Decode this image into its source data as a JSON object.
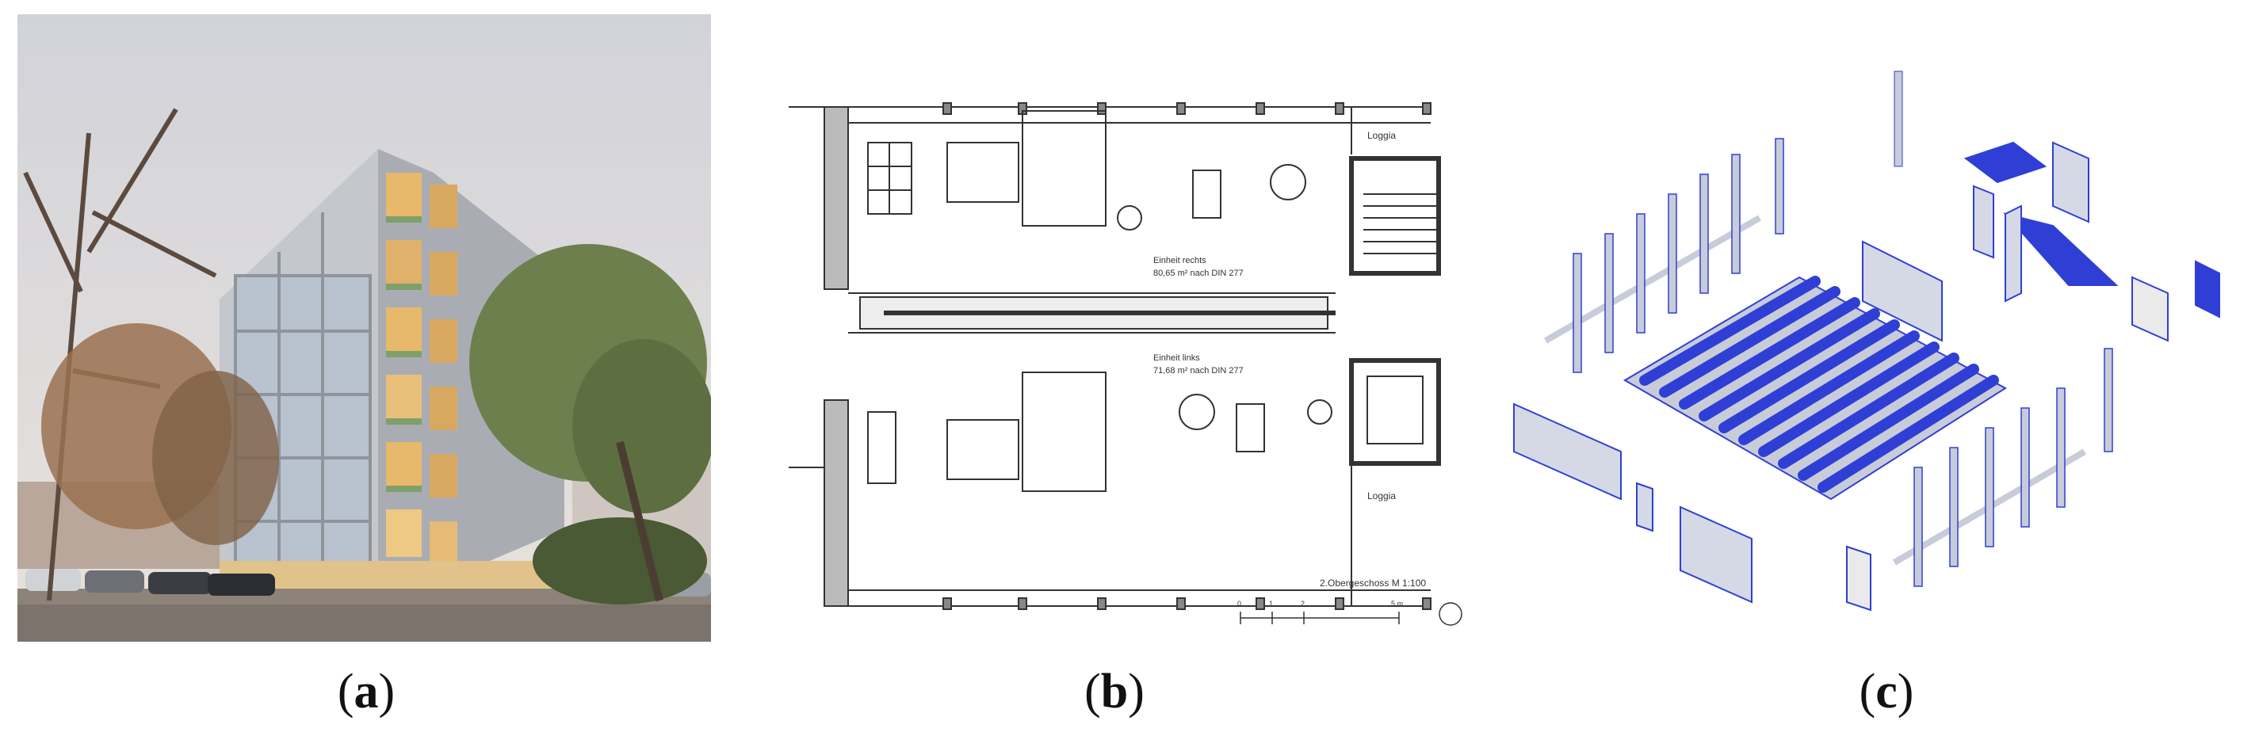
{
  "figure": {
    "panels": [
      {
        "id": "a",
        "caption_open": "(",
        "caption_letter": "a",
        "caption_close": ")"
      },
      {
        "id": "b",
        "caption_open": "(",
        "caption_letter": "b",
        "caption_close": ")"
      },
      {
        "id": "c",
        "caption_open": "(",
        "caption_letter": "c",
        "caption_close": ")"
      }
    ]
  },
  "floorplan": {
    "loggia_top": "Loggia",
    "loggia_bottom": "Loggia",
    "unit_right_name": "Einheit rechts",
    "unit_right_area": "80,65 m² nach DIN 277",
    "unit_left_name": "Einheit links",
    "unit_left_area": "71,68 m² nach DIN 277",
    "plan_title": "2.Obergeschoss M 1:100",
    "scale_ticks": [
      "0",
      "1",
      "2",
      "5 m"
    ]
  },
  "colors": {
    "sky": "#d6d8de",
    "facade": "#b9bcc1",
    "window_glow": "#e8b96a",
    "plan_line": "#333333",
    "structure_blue": "#2f3fd6",
    "structure_grey": "#c8ccd8"
  }
}
